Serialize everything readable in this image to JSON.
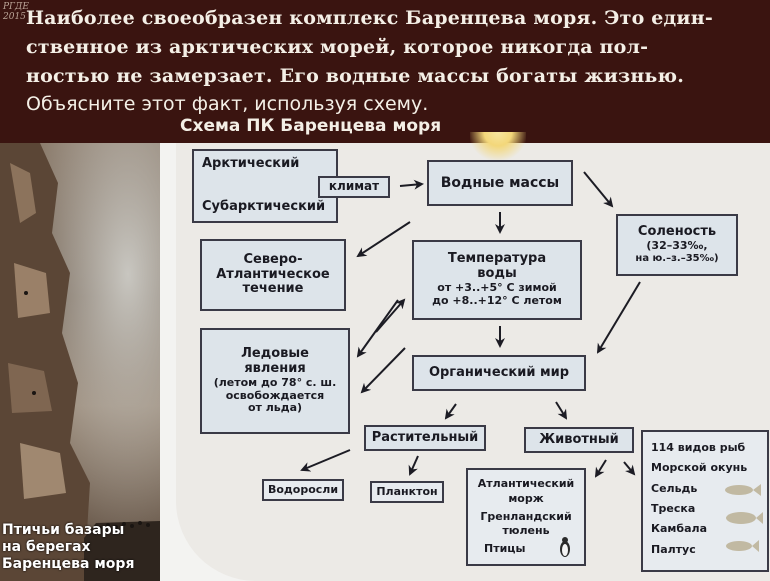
{
  "watermark": {
    "line1": "РГДЕ",
    "line2": "2015"
  },
  "caption": {
    "line1": "Наиболее своеобразен комплекс Баренцева моря. Это един-",
    "line2": "ственное из арктических морей, которое никогда пол-",
    "line3": "ностью не замерзает. Его водные массы богаты жизнью.",
    "question": "Объясните этот факт, используя схему."
  },
  "schema_title": "Схема ПК Баренцева моря",
  "birds_caption": {
    "line1": "Птичьи базары",
    "line2": "на берегах",
    "line3": "Баренцева моря"
  },
  "diagram": {
    "climate": {
      "arctic": "Арктический",
      "label": "климат",
      "subarctic": "Субарктический"
    },
    "water_masses": "Водные массы",
    "salinity": {
      "title": "Соленость",
      "value": "(32–33‰,",
      "sw": "на ю.–з.–35‰)"
    },
    "current": {
      "l1": "Северо-",
      "l2": "Атлантическое",
      "l3": "течение"
    },
    "temperature": {
      "l1": "Температура",
      "l2": "воды",
      "l3": "от  +3..+5° С зимой",
      "l4": "до  +8..+12° С летом"
    },
    "ice": {
      "l1": "Ледовые",
      "l2": "явления",
      "l3": "(летом до 78° с. ш.",
      "l4": "освобождается",
      "l5": "от льда)"
    },
    "organic": "Органический мир",
    "plant": "Растительный",
    "animal": "Животный",
    "algae": "Водоросли",
    "plankton": "Планктон",
    "mammals": {
      "l1": "Атлантический",
      "l2": "морж",
      "l3": "Гренландский",
      "l4": "тюлень",
      "l5": "Птицы"
    },
    "fish": {
      "title": "114 видов рыб",
      "items": [
        "Морской окунь",
        "Сельдь",
        "Треска",
        "Камбала",
        "Палтус"
      ]
    }
  }
}
